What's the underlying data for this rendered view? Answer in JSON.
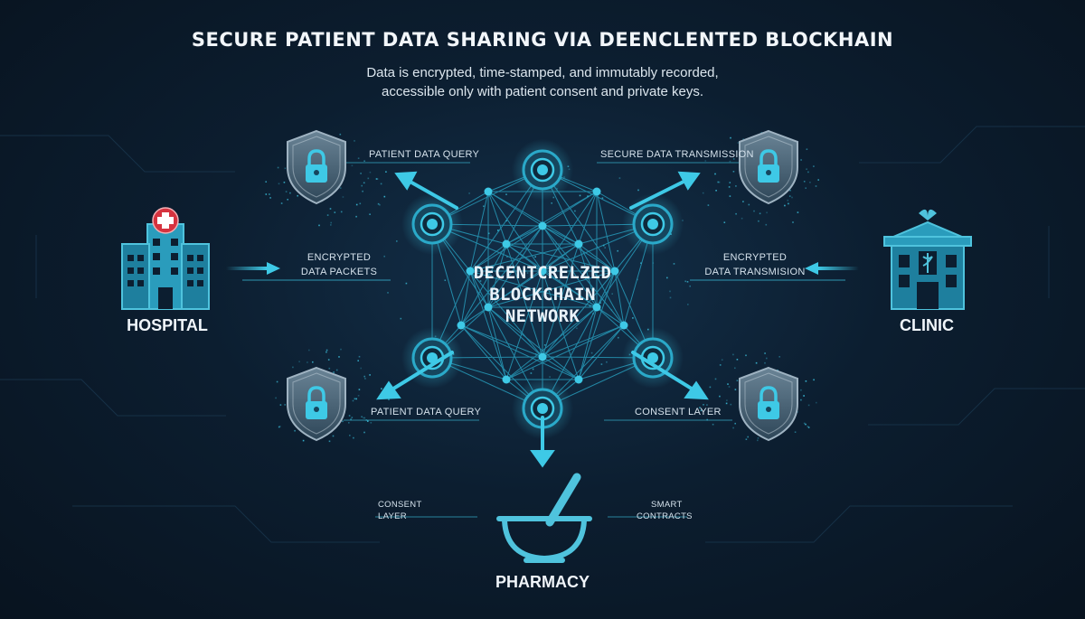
{
  "header": {
    "title": "SECURE PATIENT DATA SHARING VIA DEENCLENTED BLOCKHAIN",
    "subtitle_line1": "Data is encrypted, time-stamped, and immutably recorded,",
    "subtitle_line2": "accessible only with patient consent and private keys."
  },
  "network": {
    "label_line1": "DECENTCRELZED",
    "label_line2": "BLOCKCHAIN",
    "label_line3": "NETWORK"
  },
  "entities": {
    "hospital": "HOSPITAL",
    "clinic": "CLINIC",
    "pharmacy": "PHARMACY"
  },
  "flows": {
    "top_left": "PATIENT DATA QUERY",
    "top_right": "SECURE DATA TRANSMISSION",
    "left_line1": "ENCRYPTED",
    "left_line2": "DATA PACKETS",
    "right_line1": "ENCRYPTED",
    "right_line2": "DATA TRANSMISION",
    "bottom_left": "PATIENT DATA QUERY",
    "bottom_right": "CONSENT LAYER",
    "pharmacy_left_line1": "CONSENT",
    "pharmacy_left_line2": "LAYER",
    "pharmacy_right_line1": "SMART",
    "pharmacy_right_line2": "CONTRACTS"
  },
  "colors": {
    "accent": "#3ec9e6",
    "accent_dark": "#1f8fb0",
    "icon": "#4fc3dd",
    "cross": "#d6333f"
  }
}
